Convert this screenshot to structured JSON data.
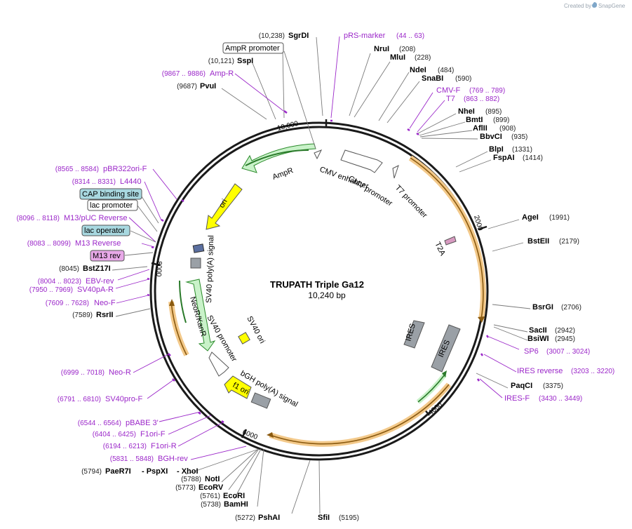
{
  "credit": {
    "created_by": "Created by",
    "brand": "SnapGene"
  },
  "title": "TRUPATH Triple Ga12",
  "size": "10,240 bp",
  "ticks": [
    "10,000",
    "2000",
    "4000",
    "6000",
    "8000"
  ],
  "enzymes": [
    {
      "name": "SgrDI",
      "pos": "(10,238)"
    },
    {
      "name": "NruI",
      "pos": "(208)"
    },
    {
      "name": "MluI",
      "pos": "(228)"
    },
    {
      "name": "NdeI",
      "pos": "(484)"
    },
    {
      "name": "SnaBI",
      "pos": "(590)"
    },
    {
      "name": "NheI",
      "pos": "(895)"
    },
    {
      "name": "BmtI",
      "pos": "(899)"
    },
    {
      "name": "AflII",
      "pos": "(908)"
    },
    {
      "name": "BbvCI",
      "pos": "(935)"
    },
    {
      "name": "BlpI",
      "pos": "(1331)"
    },
    {
      "name": "FspAI",
      "pos": "(1414)"
    },
    {
      "name": "AgeI",
      "pos": "(1991)"
    },
    {
      "name": "BstEII",
      "pos": "(2179)"
    },
    {
      "name": "BsrGI",
      "pos": "(2706)"
    },
    {
      "name": "SacII",
      "pos": "(2942)"
    },
    {
      "name": "BsiWI",
      "pos": "(2945)"
    },
    {
      "name": "PaqCI",
      "pos": "(3375)"
    },
    {
      "name": "SfiI",
      "pos": "(5195)"
    },
    {
      "name": "PshAI",
      "pos": "(5272)"
    },
    {
      "name": "BamHI",
      "pos": "(5738)"
    },
    {
      "name": "EcoRI",
      "pos": "(5761)"
    },
    {
      "name": "EcoRV",
      "pos": "(5773)"
    },
    {
      "name": "NotI",
      "pos": "(5788)"
    },
    {
      "name": "PaeR7I",
      "pos": "(5794)"
    },
    {
      "name": "- PspXI",
      "pos": ""
    },
    {
      "name": "- XhoI",
      "pos": ""
    },
    {
      "name": "RsrII",
      "pos": "(7589)"
    },
    {
      "name": "BstZ17I",
      "pos": "(8045)"
    },
    {
      "name": "PvuI",
      "pos": "(9687)"
    },
    {
      "name": "SspI",
      "pos": "(10,121)"
    }
  ],
  "primers": [
    {
      "name": "pRS-marker",
      "range": "(44 .. 63)"
    },
    {
      "name": "CMV-F",
      "range": "(769 .. 789)"
    },
    {
      "name": "T7",
      "range": "(863 .. 882)"
    },
    {
      "name": "SP6",
      "range": "(3007 .. 3024)"
    },
    {
      "name": "IRES reverse",
      "range": "(3203 .. 3220)"
    },
    {
      "name": "IRES-F",
      "range": "(3430 .. 3449)"
    },
    {
      "name": "BGH-rev",
      "range": "(5831 .. 5848)"
    },
    {
      "name": "F1ori-R",
      "range": "(6194 .. 6213)"
    },
    {
      "name": "F1ori-F",
      "range": "(6404 .. 6425)"
    },
    {
      "name": "pBABE 3'",
      "range": "(6544 .. 6564)"
    },
    {
      "name": "SV40pro-F",
      "range": "(6791 .. 6810)"
    },
    {
      "name": "Neo-R",
      "range": "(6999 .. 7018)"
    },
    {
      "name": "Neo-F",
      "range": "(7609 .. 7628)"
    },
    {
      "name": "SV40pA-R",
      "range": "(7950 .. 7969)"
    },
    {
      "name": "EBV-rev",
      "range": "(8004 .. 8023)"
    },
    {
      "name": "M13 Reverse",
      "range": "(8083 .. 8099)"
    },
    {
      "name": "M13/pUC Reverse",
      "range": "(8096 .. 8118)"
    },
    {
      "name": "L4440",
      "range": "(8314 .. 8331)"
    },
    {
      "name": "pBR322ori-F",
      "range": "(8565 .. 8584)"
    },
    {
      "name": "Amp-R",
      "range": "(9867 .. 9886)"
    }
  ],
  "boxed": [
    {
      "name": "AmpR promoter"
    },
    {
      "name": "CAP binding site"
    },
    {
      "name": "lac promoter"
    },
    {
      "name": "lac operator"
    },
    {
      "name": "M13 rev"
    }
  ],
  "features": [
    {
      "name": "AmpR"
    },
    {
      "name": "CMV enhancer"
    },
    {
      "name": "CMV promoter"
    },
    {
      "name": "T7 promoter"
    },
    {
      "name": "T2A"
    },
    {
      "name": "IRES"
    },
    {
      "name": "IRES"
    },
    {
      "name": "ori"
    },
    {
      "name": "SV40 poly(A) signal"
    },
    {
      "name": "NeoR/KanR"
    },
    {
      "name": "SV40 promoter"
    },
    {
      "name": "SV40 ori"
    },
    {
      "name": "f1 ori"
    },
    {
      "name": "bGH poly(A) signal"
    }
  ],
  "colors": {
    "ring": "#1a1a1a",
    "primer": "#9b27c9",
    "ampR": "#c9f2c9",
    "ampR_stroke": "#2a8a2a",
    "orange": "#e8a94d",
    "orange_line": "#8a5a10",
    "green_line": "#2a7a2a",
    "yellow": "#ffff00",
    "gray": "#9aa0a6",
    "cyan": "#a8d8e0",
    "pink": "#e7a8e7",
    "t2a": "#d79ac0"
  }
}
